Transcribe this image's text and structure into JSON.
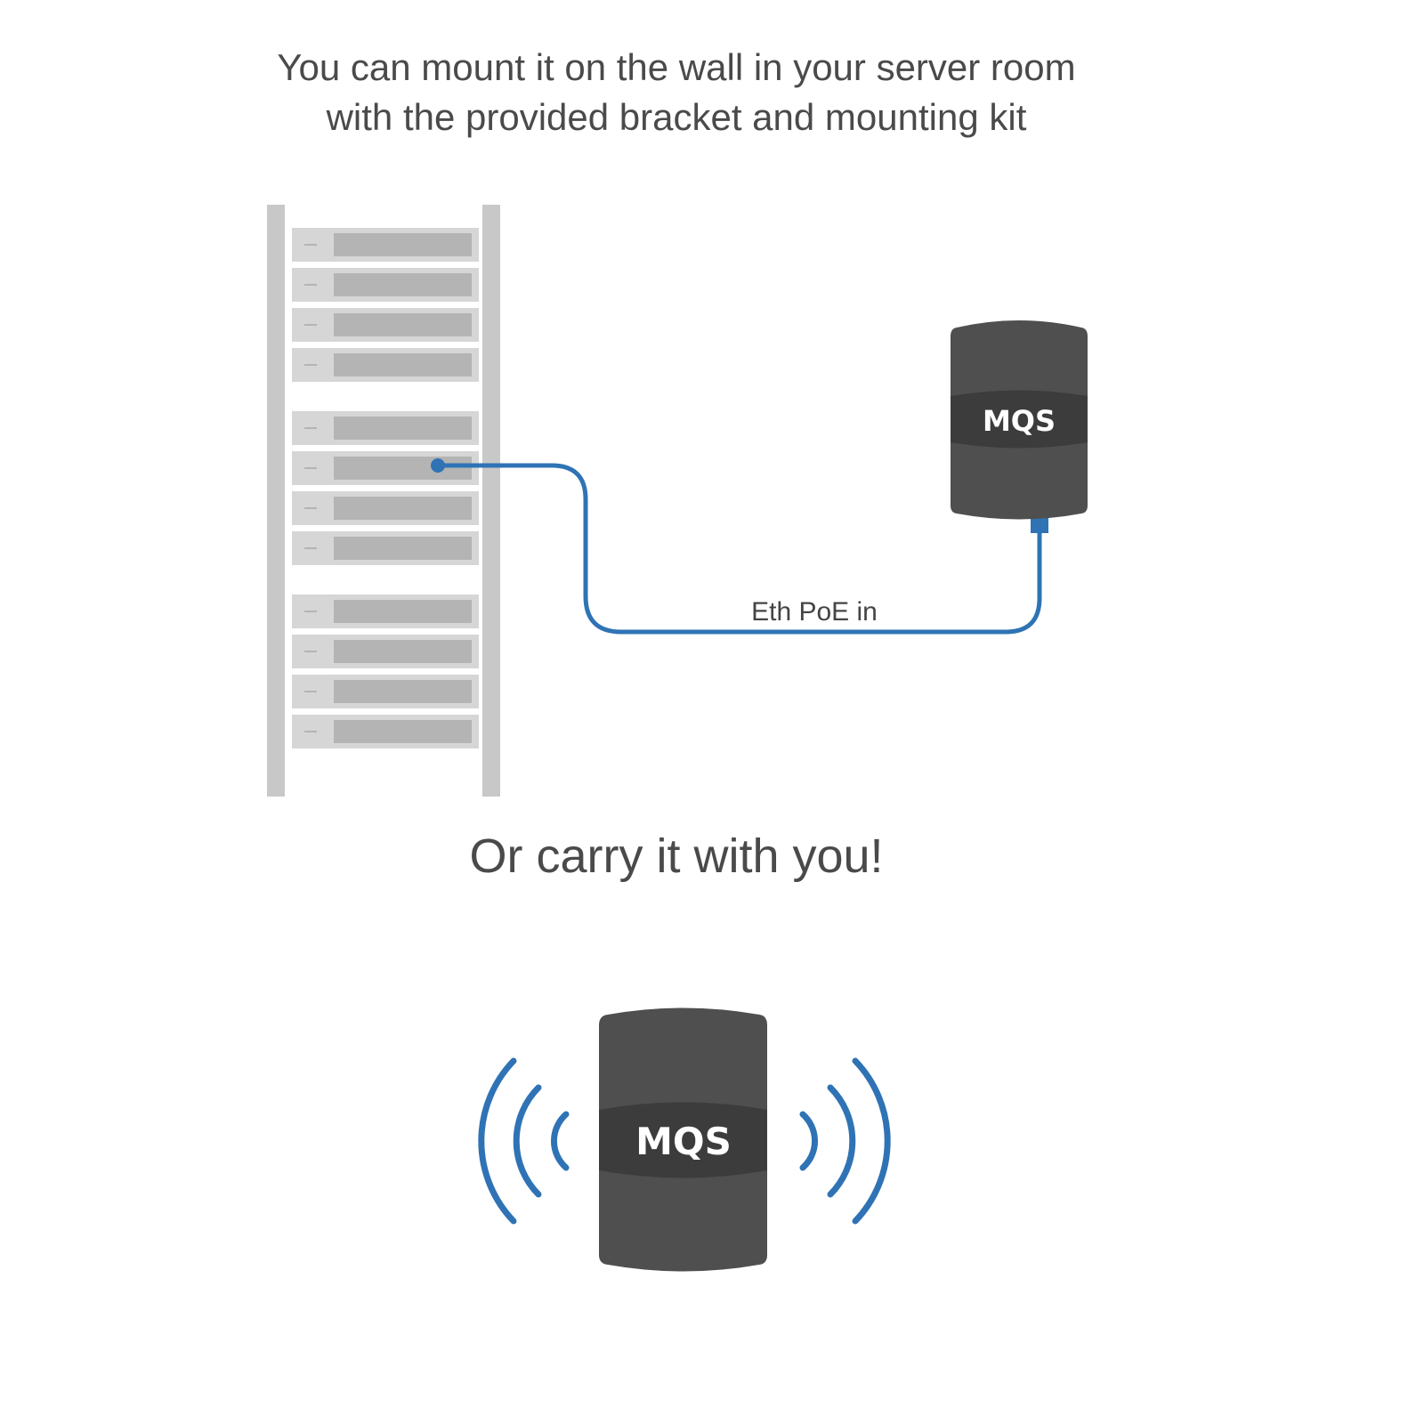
{
  "headings": {
    "mount_line1": "You can mount it on the wall in your server room",
    "mount_line2": "with the provided bracket and mounting kit",
    "carry": "Or carry it with you!"
  },
  "rack": {
    "groups": 3,
    "units_per_group": 4,
    "connected_unit": 6
  },
  "devices": {
    "wall_device_label": "MQS",
    "portable_device_label": "MQS"
  },
  "cable": {
    "label": "Eth PoE in"
  },
  "colors": {
    "text": "#4a4a4a",
    "accent": "#2f73b5",
    "device_body": "#4f4f50",
    "rack_rail": "#c8c8c8",
    "rack_unit": "#d6d6d6",
    "rack_panel": "#b4b4b4"
  },
  "icons": {
    "signal": "wireless-signal-icon"
  }
}
